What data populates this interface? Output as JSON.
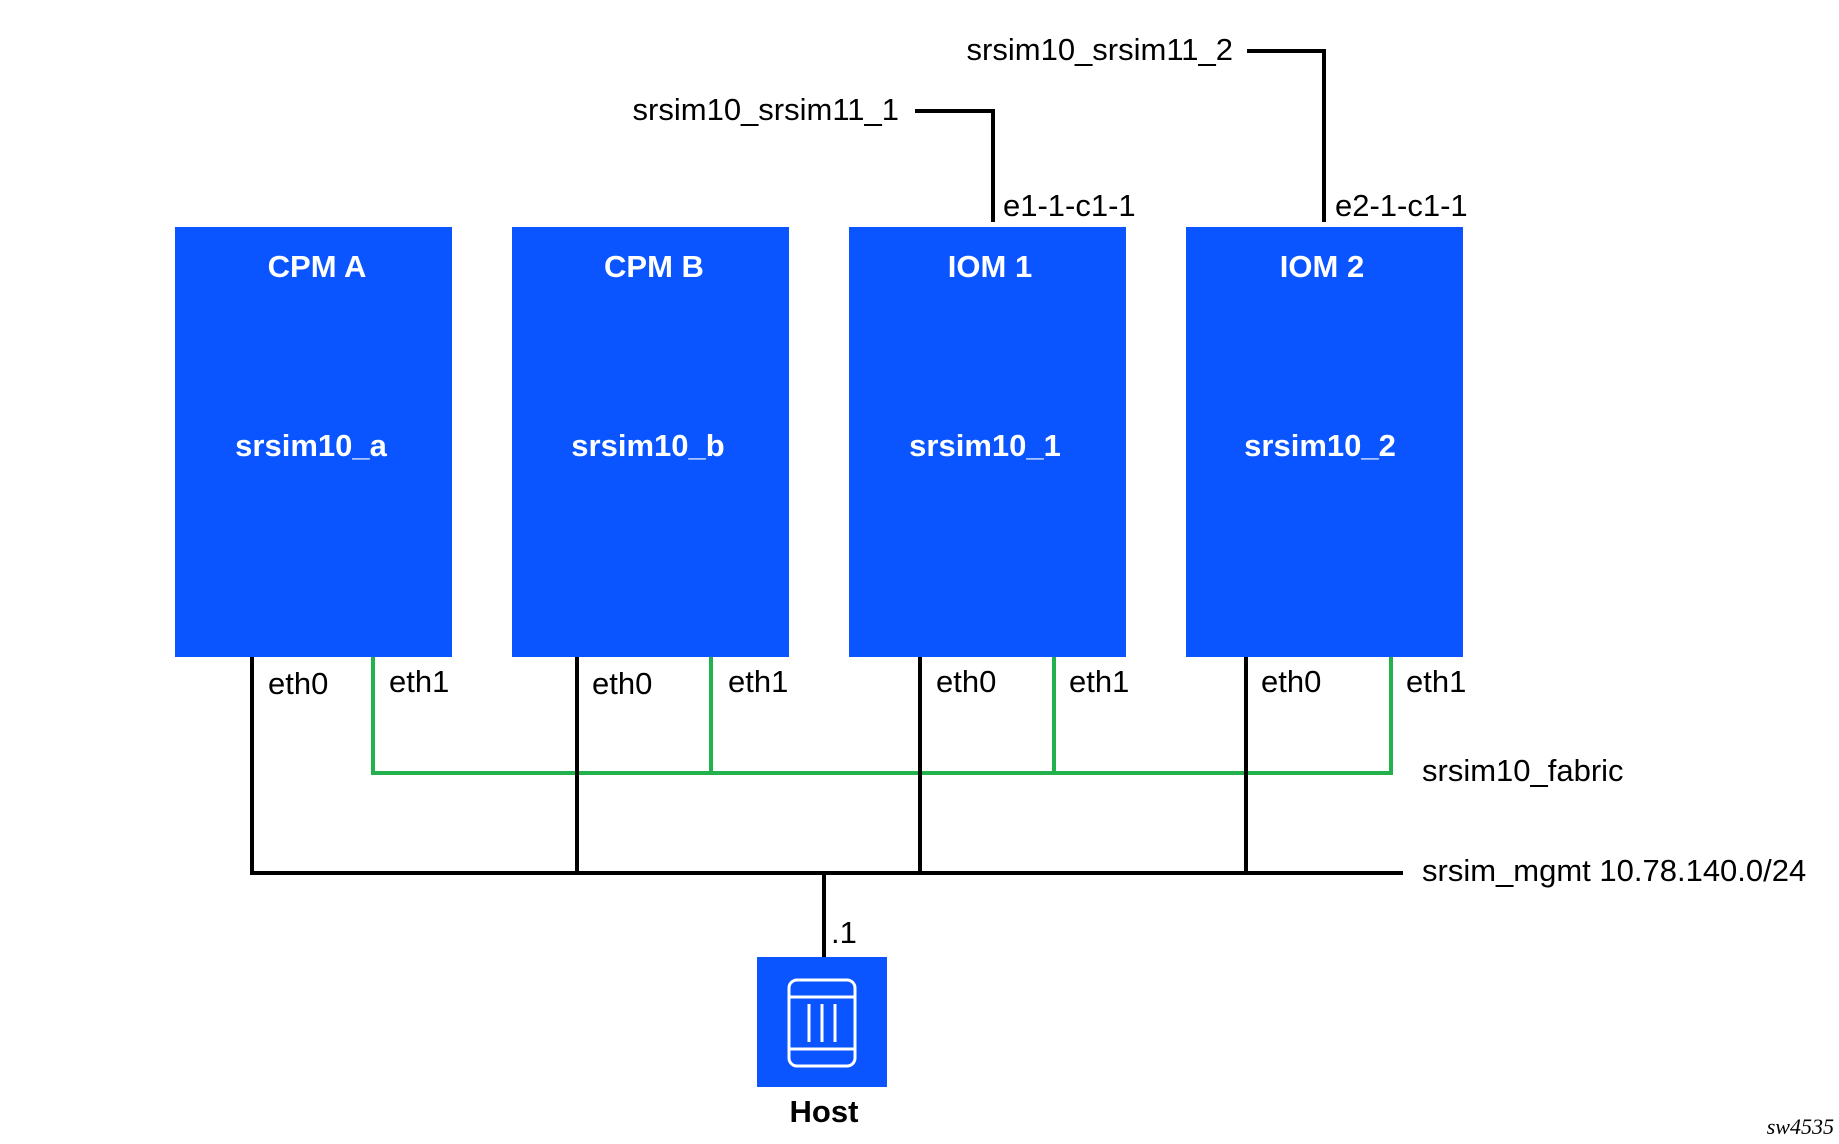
{
  "colors": {
    "card": "#0a55ff",
    "fabric_line": "#22b14c",
    "mgmt_line": "#000000"
  },
  "cards": [
    {
      "title": "CPM A",
      "name": "srsim10_a",
      "eth0": "eth0",
      "eth1": "eth1"
    },
    {
      "title": "CPM B",
      "name": "srsim10_b",
      "eth0": "eth0",
      "eth1": "eth1"
    },
    {
      "title": "IOM 1",
      "name": "srsim10_1",
      "eth0": "eth0",
      "eth1": "eth1"
    },
    {
      "title": "IOM 2",
      "name": "srsim10_2",
      "eth0": "eth0",
      "eth1": "eth1"
    }
  ],
  "external_links": [
    {
      "name": "srsim10_srsim11_1",
      "port": "e1-1-c1-1"
    },
    {
      "name": "srsim10_srsim11_2",
      "port": "e2-1-c1-1"
    }
  ],
  "networks": {
    "fabric": "srsim10_fabric",
    "mgmt": "srsim_mgmt 10.78.140.0/24"
  },
  "host": {
    "label": "Host",
    "address": ".1",
    "icon": "server-icon"
  },
  "figure_id": "sw4535"
}
